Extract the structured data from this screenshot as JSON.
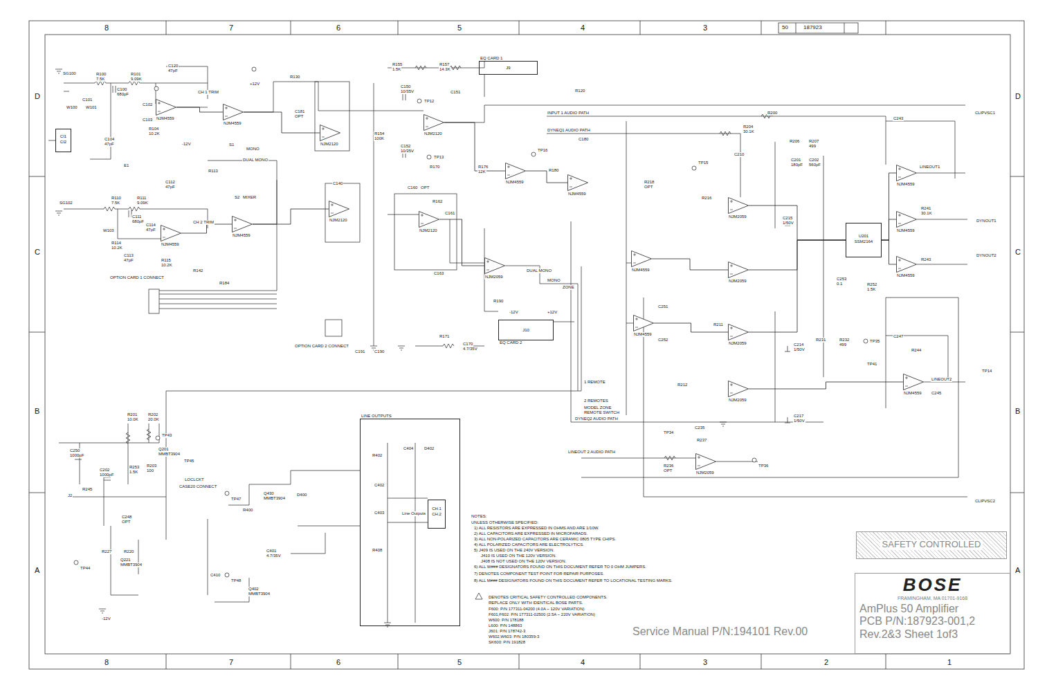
{
  "diagram": {
    "nodes": [
      {
        "text": [
          "BOSE",
          "FRAMINGHAM, MA 01701-9168",
          "AmPlus 50 Amplifier",
          "PCB P/N:187923-001,2",
          "Rev.2&3 Sheet 1of3"
        ]
      },
      {
        "text": [
          "SAFETY CONTROLLED"
        ]
      },
      {
        "text": [
          "CI1",
          "CI2"
        ]
      },
      {
        "text": [
          "EQ CARD 1",
          "J9"
        ]
      },
      {
        "text": [
          "J10",
          "EQ CARD 2"
        ]
      },
      {
        "text": [
          "LINE OUTPUTS"
        ]
      },
      {
        "text": [
          "Line Outputs",
          "CH.1",
          "CH.2"
        ],
        "in": 5
      },
      {
        "text": [
          "U201",
          "SSM2164"
        ]
      },
      {
        "text": [
          "NJM4559"
        ]
      },
      {
        "text": [
          "NJM4559"
        ]
      },
      {
        "text": [
          "NJM4559"
        ]
      },
      {
        "text": [
          "NJM4559"
        ]
      },
      {
        "text": [
          "NJM2120"
        ]
      },
      {
        "text": [
          "NJM2120"
        ]
      },
      {
        "text": [
          "NJM2120"
        ]
      },
      {
        "text": [
          "NJM2120"
        ]
      },
      {
        "text": [
          "NJM4559"
        ]
      },
      {
        "text": [
          "NJM4559"
        ]
      },
      {
        "text": [
          "NJM2059"
        ]
      },
      {
        "text": [
          "NJM2059"
        ]
      },
      {
        "text": [
          "NJM2059"
        ]
      },
      {
        "text": [
          "NJM2059"
        ]
      },
      {
        "text": [
          "NJM2059"
        ]
      },
      {
        "text": [
          "NJM4559"
        ]
      },
      {
        "text": [
          "NJM4559"
        ]
      },
      {
        "text": [
          "NJM4559"
        ]
      },
      {
        "text": [
          "NJM4559"
        ]
      },
      {
        "text": [
          "NJM4559"
        ]
      },
      {
        "text": [
          "NJM4559"
        ]
      },
      {
        "text": [
          "NJM2059"
        ]
      }
    ],
    "edges": [
      {
        "from": 8,
        "to": 9,
        "arrow": "none"
      },
      {
        "from": 10,
        "to": 11,
        "arrow": "none"
      },
      {
        "from": 9,
        "to": 12,
        "arrow": "none"
      },
      {
        "from": 11,
        "to": 13,
        "arrow": "none"
      },
      {
        "from": 14,
        "to": 16,
        "arrow": "none"
      },
      {
        "from": 16,
        "to": 17,
        "arrow": "none"
      },
      {
        "from": 15,
        "to": 18,
        "arrow": "none"
      },
      {
        "from": 23,
        "to": 20,
        "arrow": "none"
      },
      {
        "from": 24,
        "to": 21,
        "arrow": "none"
      },
      {
        "from": 19,
        "to": 7,
        "arrow": "none"
      },
      {
        "from": 20,
        "to": 7,
        "arrow": "none"
      },
      {
        "from": 21,
        "to": 7,
        "arrow": "none"
      },
      {
        "from": 7,
        "to": 25,
        "arrow": "none"
      },
      {
        "from": 7,
        "to": 26,
        "arrow": "none"
      },
      {
        "from": 7,
        "to": 27,
        "arrow": "none"
      },
      {
        "from": 22,
        "to": 28,
        "arrow": "none"
      }
    ],
    "labels": [
      "8",
      "7",
      "6",
      "5",
      "4",
      "3",
      "8",
      "7",
      "6",
      "5",
      "4",
      "3",
      "2",
      "1",
      "D",
      "C",
      "B",
      "A",
      "D",
      "C",
      "B",
      "A",
      "50",
      "187923",
      "SG100",
      "R100",
      "7.5K",
      "R101",
      "9.09K",
      "C120",
      "47pF",
      "C100",
      "680pF",
      "C101",
      "C102",
      "C103",
      "R104",
      "10.2K",
      "C104",
      "47pF",
      "W100",
      "W101",
      "E1",
      "CH 1 TRIM",
      "+12V",
      "-12V",
      "MONO",
      "DUAL MONO",
      "S1",
      "R113",
      "MIXER",
      "S2",
      "C112",
      "47pF",
      "R110",
      "7.5K",
      "R111",
      "9.09K",
      "C111",
      "680pF",
      "C114",
      "47pF",
      "SG102",
      "W103",
      "R114",
      "10.2K",
      "C113",
      "47pF",
      "R115",
      "10.2K",
      "CH 2 TRIM",
      "R130",
      "OPTION CARD 1 CONNECT",
      "OPTION CARD 2 CONNECT",
      "R142",
      "R184",
      "C181",
      "OPT",
      "C140",
      "R155",
      "1.5K",
      "R157",
      "14.3K",
      "C150",
      "10/35V",
      "C151",
      "R154",
      "100K",
      "C152",
      "10/35V",
      "R170",
      "R176",
      "12K",
      "TP12",
      "TP13",
      "R120",
      "INPUT 1 AUDIO PATH",
      "DYNEQ1 AUDIO PATH",
      "C180",
      "TP16",
      "R180",
      "C160",
      "OPT",
      "R162",
      "C161",
      "C163",
      "DUAL MONO",
      "MONO",
      "ZONE",
      "R190",
      "C170",
      "4.7/35V",
      "R171",
      "C190",
      "C191",
      "-12V",
      "+12V",
      "R200",
      "R204",
      "30.1K",
      "R206",
      "R207",
      "499",
      "C202",
      "560pF",
      "C201",
      "180pF",
      "C210",
      "R216",
      "TP15",
      "R218",
      "OPT",
      "C215",
      "1/50V",
      "C243",
      "R241",
      "30.1K",
      "LINEOUT1",
      "DYNOUT1",
      "DYNOUT2",
      "LINEOUT2",
      "CLIPVSC1",
      "CLIPVSC2",
      "R243",
      "C253",
      "0.1",
      "R252",
      "1.5K",
      "R231",
      "R232",
      "499",
      "TP35",
      "C247",
      "R244",
      "C245",
      "TP41",
      "TP14",
      "DYNEQ2 AUDIO PATH",
      "LINEOUT 2 AUDIO PATH",
      "R211",
      "R212",
      "C214",
      "1/50V",
      "C217",
      "1/50V",
      "C251",
      "C252",
      "1 REMOTE",
      "2 REMOTES",
      "MODEL ZONE",
      "REMOTE SWITCH",
      "R236",
      "OPT",
      "C235",
      "R237",
      "TP36",
      "TP34",
      "R201",
      "10.0K",
      "R202",
      "20.0K",
      "C250",
      "1000pF",
      "C202",
      "1000pF",
      "Q201",
      "MMBT3904",
      "R203",
      "100",
      "R253",
      "1.5K",
      "TP43",
      "TP45",
      "LOCLCKT",
      "CASE20 CONNECT",
      "R220",
      "R227",
      "Q221",
      "MMBT3904",
      "TP44",
      "-12V",
      "C248",
      "OPT",
      "TP47",
      "Q430",
      "MMBT3904",
      "R400",
      "TP48",
      "Q402",
      "MMBT3904",
      "C410",
      "C401",
      "4.7/35V",
      "D400",
      "R402",
      "C402",
      "C403",
      "R408",
      "C404",
      "D402",
      "J2",
      "R245",
      "NOTES:",
      "UNLESS OTHERWISE SPECIFIED:",
      "1) ALL RESISTORS ARE EXPRESSED IN OHMS AND ARE 1/10W.",
      "2) ALL CAPACITORS ARE EXPRESSED IN MICROFARADS.",
      "3) ALL NON-POLARIZED CAPACITORS ARE CERAMIC 0805 TYPE CHIPS.",
      "4) ALL POLARIZED CAPACITORS ARE ELECTROLYTICS.",
      "5) J409 IS USED ON THE 240V VERSION.",
      "J410 IS USED ON THE 120V VERSION.",
      "J408 IS NOT USED ON THE 120V VERSION.",
      "6) ALL W### DESIGNATORS FOUND ON THIS DOCUMENT REFER TO 0 OHM JUMPERS.",
      "7) DENOTES COMPONENT TEST POINT FOR REPAIR PURPOSES.",
      "8) ALL M### DESIGNATORS FOUND ON THIS DOCUMENT REFER TO LOCATIONAL TESTING MARKS.",
      "DENOTES CRITICAL SAFETY CONTROLLED COMPONENTS.",
      "REPLACE ONLY WITH IDENTICAL BOSE PARTS.",
      "F600: P/N 177311-04200 (4.0A ~ 120V VARIATION)",
      "F601,F602: P/N 177311-02500 (2.5A ~ 220V VARIATION)",
      "W600: P/N 178188",
      "L600: P/N 148863",
      "J601: P/N 178742-3",
      "W602,W603: P/N 180359-3",
      "SK600: P/N 191828",
      "Service Manual P/N:194101 Rev.00"
    ]
  }
}
